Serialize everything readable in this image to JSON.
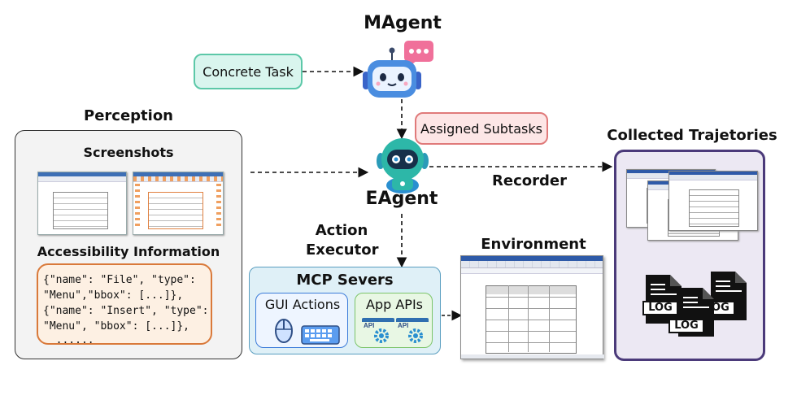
{
  "magent": {
    "label": "MAgent"
  },
  "concrete_task": {
    "label": "Concrete Task"
  },
  "assigned_subtasks": {
    "label": "Assigned Subtasks"
  },
  "eagent": {
    "label": "EAgent"
  },
  "perception": {
    "title": "Perception",
    "screenshots_title": "Screenshots",
    "accessibility_title": "Accessibility Information",
    "code_lines": [
      "{\"name\": \"File\", \"type\":",
      "\"Menu\",\"bbox\": [...]},",
      "{\"name\": \"Insert\", \"type\":",
      "\"Menu\", \"bbox\": [...]},",
      "  ......"
    ]
  },
  "recorder": {
    "label": "Recorder"
  },
  "action_executor": {
    "label_line1": "Action",
    "label_line2": "Executor"
  },
  "mcp": {
    "title": "MCP Severs",
    "gui_actions": "GUI Actions",
    "app_apis": "App APIs",
    "api_label": "API"
  },
  "environment": {
    "title": "Environment"
  },
  "collected": {
    "title": "Collected Trajetories",
    "log_label": "LOG"
  },
  "colors": {
    "concrete_task_bg": "#d9f5ee",
    "concrete_task_border": "#5cc8a8",
    "subtasks_bg": "#fde6e6",
    "subtasks_border": "#e07a7a",
    "perception_bg": "#f3f3f3",
    "access_bg": "#fdf0e3",
    "access_border": "#d9793a",
    "mcp_bg": "#dff0f7",
    "mcp_border": "#5a9ec0",
    "gui_border": "#3b7bd9",
    "api_bg": "#e8f7e4",
    "api_border": "#7cc46a",
    "collected_bg": "#ece8f3",
    "collected_border": "#4b3a7a",
    "robot_blue": "#4a8de0",
    "robot_teal": "#2db7a8"
  }
}
